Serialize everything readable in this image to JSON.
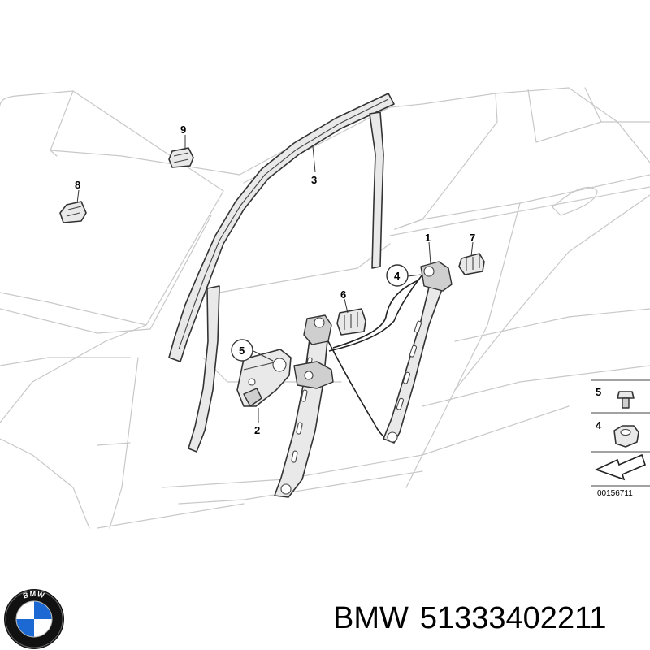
{
  "callouts": {
    "c1": "1",
    "c2": "2",
    "c3": "3",
    "c4": "4",
    "c5": "5",
    "c6": "6",
    "c7": "7",
    "c8": "8",
    "c9": "9"
  },
  "legend": {
    "item_a": "5",
    "item_b": "4",
    "reference": "00156711"
  },
  "caption": {
    "brand": "BMW",
    "part_number": "51333402211"
  },
  "logo": {
    "text": "BMW",
    "colors": {
      "blue": "#1c69d4",
      "ring": "#111111",
      "white": "#ffffff"
    }
  }
}
